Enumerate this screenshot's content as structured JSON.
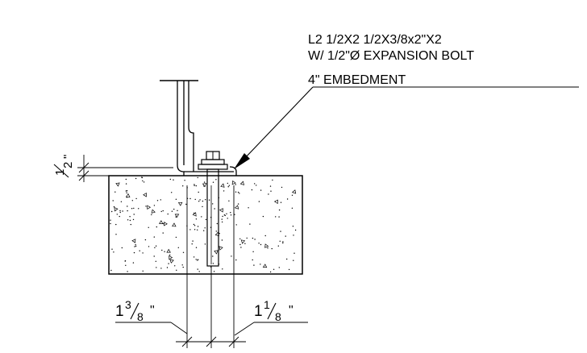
{
  "callout": {
    "line1": "L2 1/2X2 1/2X3/8x2\"X2",
    "line2": "W/ 1/2\"Ø EXPANSION BOLT",
    "line3": "4\" EMBEDMENT"
  },
  "dims": {
    "vertical": {
      "num": "1",
      "den": "2",
      "unit": "\""
    },
    "left": {
      "whole": "1",
      "num": "3",
      "den": "8",
      "unit": "\""
    },
    "right": {
      "whole": "1",
      "num": "1",
      "den": "8",
      "unit": "\""
    }
  }
}
